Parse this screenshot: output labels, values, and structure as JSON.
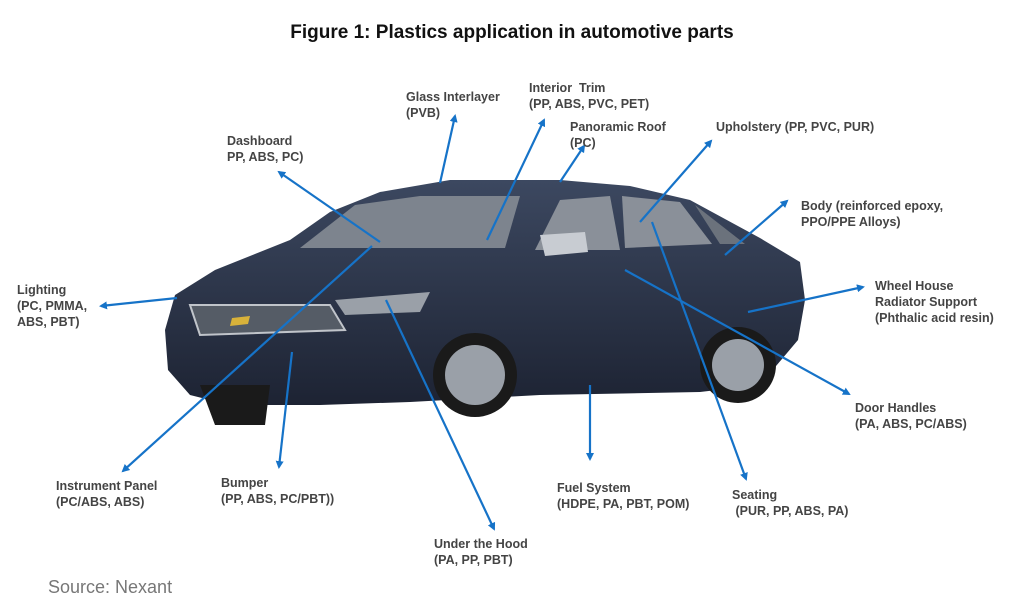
{
  "title": "Figure 1: Plastics application in automotive parts",
  "source": "Source: Nexant",
  "arrow_color": "#1673c8",
  "labels": {
    "glass": {
      "name": "Glass Interlayer",
      "materials": "(PVB)"
    },
    "interior": {
      "name": "Interior  Trim",
      "materials": "(PP, ABS, PVC, PET)"
    },
    "roof": {
      "name": "Panoramic Roof",
      "materials": "(PC)"
    },
    "upholstery": {
      "name": "Upholstery (PP, PVC, PUR)"
    },
    "body": {
      "name": "Body (reinforced epoxy,",
      "materials": "PPO/PPE Alloys)"
    },
    "wheel": {
      "name": "Wheel House",
      "name2": "Radiator Support",
      "materials": "(Phthalic acid resin)"
    },
    "dashboard": {
      "name": "Dashboard",
      "materials": "PP, ABS, PC)"
    },
    "lighting": {
      "name": "Lighting",
      "materials": "(PC, PMMA,",
      "materials2": "ABS, PBT)"
    },
    "instrument": {
      "name": "Instrument Panel",
      "materials": "(PC/ABS, ABS)"
    },
    "bumper": {
      "name": "Bumper",
      "materials": "(PP, ABS, PC/PBT))"
    },
    "hood": {
      "name": "Under the Hood",
      "materials": "(PA, PP, PBT)"
    },
    "fuel": {
      "name": "Fuel System",
      "materials": "(HDPE, PA, PBT, POM)"
    },
    "seating": {
      "name": "Seating",
      "materials": " (PUR, PP, ABS, PA)"
    },
    "door": {
      "name": "Door Handles",
      "materials": "(PA, ABS, PC/ABS)"
    }
  }
}
